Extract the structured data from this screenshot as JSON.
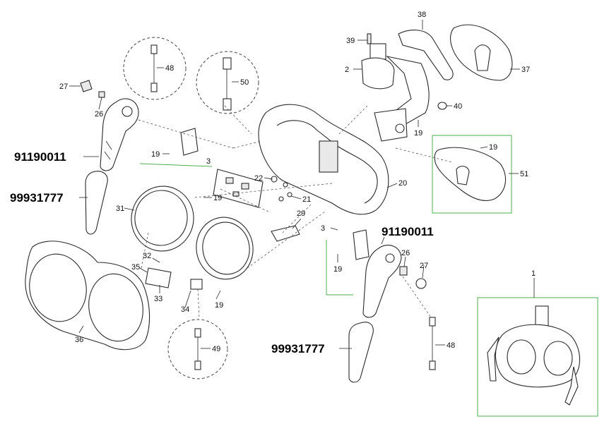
{
  "part_numbers": {
    "left_handle": "91190011",
    "left_cover": "99931777",
    "right_handle": "91190011",
    "right_cover": "99931777"
  },
  "callouts": [
    "48",
    "50",
    "27",
    "26",
    "19",
    "3",
    "22",
    "21",
    "19",
    "31",
    "29",
    "3",
    "32",
    "35",
    "33",
    "34",
    "19",
    "36",
    "49",
    "39",
    "38",
    "2",
    "37",
    "40",
    "19",
    "19",
    "20",
    "51",
    "26",
    "27",
    "19",
    "48",
    "1"
  ],
  "colors": {
    "highlight": "#4caf50",
    "ink": "#222222"
  }
}
